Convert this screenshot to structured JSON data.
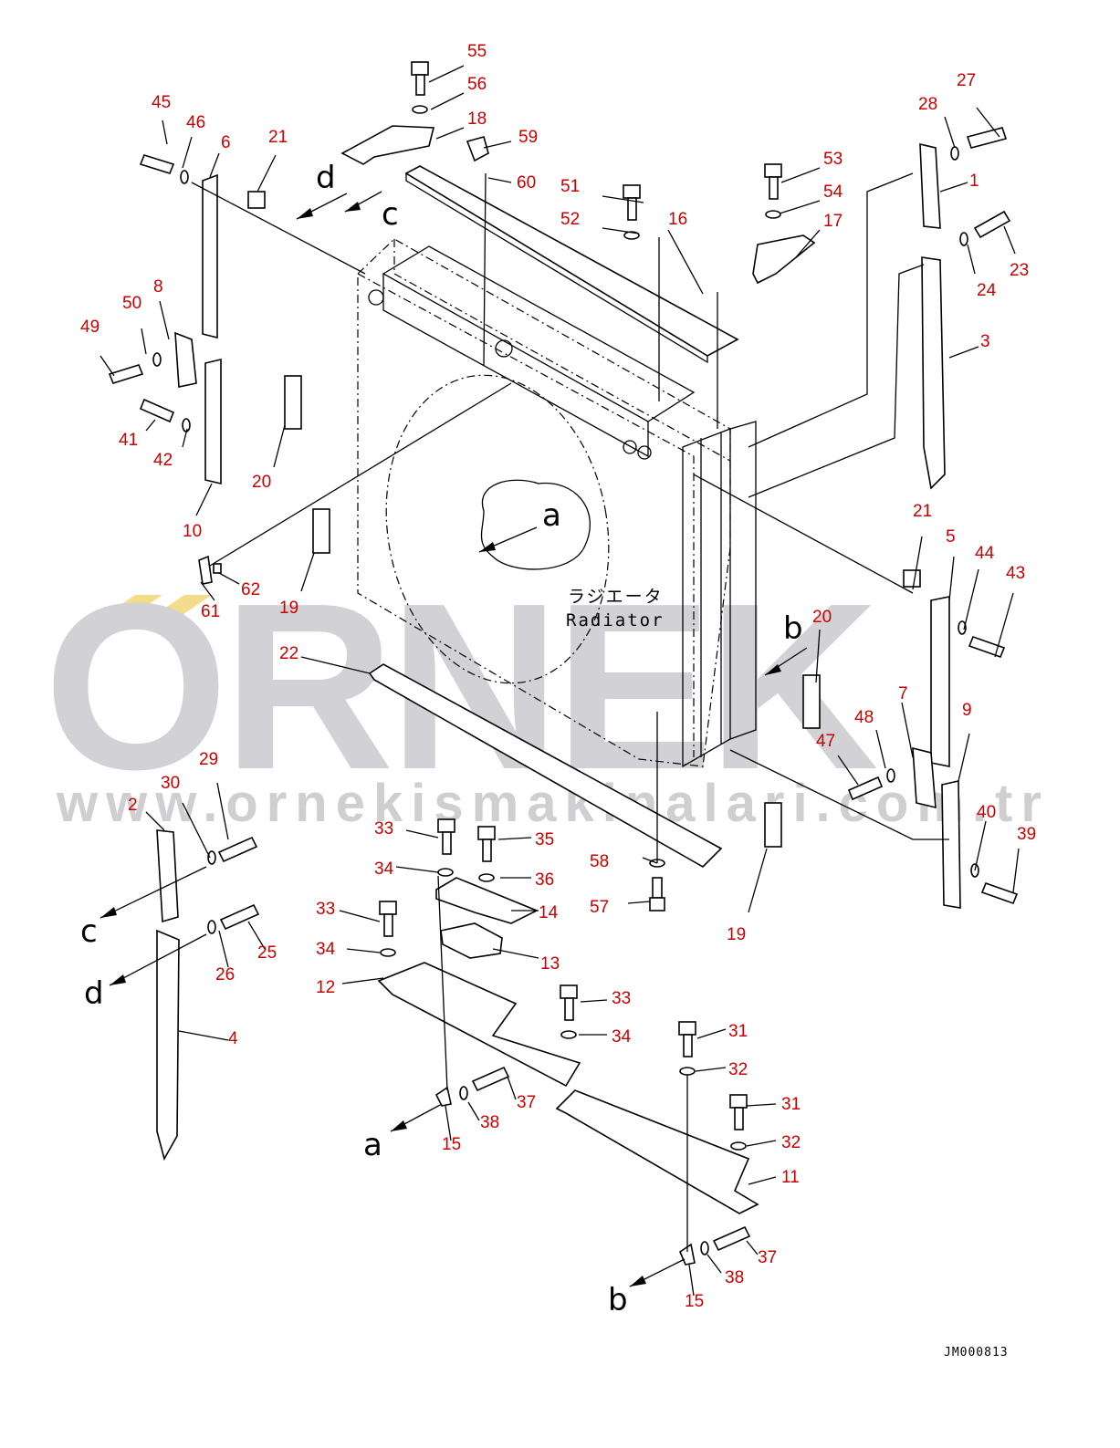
{
  "watermark": {
    "brand": "ORNEK",
    "url": "www.ornekismakinalari.com.tr",
    "accent_color": "#f3dc8a",
    "text_color": "#d2d2d6"
  },
  "diagram": {
    "component_label_jp": "ラジエータ",
    "component_label_en": "Radiator",
    "drawing_code": "JM000813",
    "view_letters": [
      "a",
      "b",
      "c",
      "d"
    ],
    "part_number_color": "#cc0000"
  },
  "callouts": {
    "c1": "1",
    "c2": "2",
    "c3": "3",
    "c4": "4",
    "c5": "5",
    "c6": "6",
    "c7": "7",
    "c8": "8",
    "c9": "9",
    "c10": "10",
    "c11": "11",
    "c12": "12",
    "c13": "13",
    "c14": "14",
    "c15a": "15",
    "c15b": "15",
    "c16": "16",
    "c17": "17",
    "c18": "18",
    "c19a": "19",
    "c19b": "19",
    "c20a": "20",
    "c20b": "20",
    "c21a": "21",
    "c21b": "21",
    "c22": "22",
    "c23": "23",
    "c24": "24",
    "c25": "25",
    "c26": "26",
    "c27": "27",
    "c28": "28",
    "c29": "29",
    "c30": "30",
    "c31a": "31",
    "c31b": "31",
    "c32a": "32",
    "c32b": "32",
    "c33a": "33",
    "c33b": "33",
    "c33c": "33",
    "c34a": "34",
    "c34b": "34",
    "c34c": "34",
    "c35": "35",
    "c36": "36",
    "c37a": "37",
    "c37b": "37",
    "c38a": "38",
    "c38b": "38",
    "c39": "39",
    "c40": "40",
    "c41": "41",
    "c42": "42",
    "c43": "43",
    "c44": "44",
    "c45": "45",
    "c46": "46",
    "c47": "47",
    "c48": "48",
    "c49": "49",
    "c50": "50",
    "c51": "51",
    "c52": "52",
    "c53": "53",
    "c54": "54",
    "c55": "55",
    "c56": "56",
    "c57": "57",
    "c58": "58",
    "c59": "59",
    "c60": "60",
    "c61": "61",
    "c62": "62"
  }
}
